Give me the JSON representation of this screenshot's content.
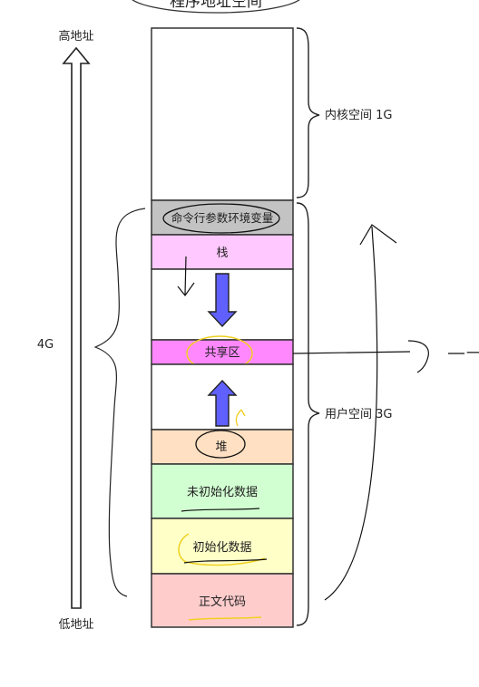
{
  "title_partial": "程序地址空间",
  "labels": {
    "high_addr": "高地址",
    "low_addr": "低地址",
    "total": "4G",
    "kernel": "内核空间 1G",
    "user": "用户空间 3G",
    "partial_right": "一大"
  },
  "segments": {
    "kernel": {
      "label": "",
      "color": "#ffffff"
    },
    "args_env": {
      "label": "命令行参数环境变量",
      "color": "#c3c3c3"
    },
    "stack": {
      "label": "栈",
      "color": "#ffc8ff"
    },
    "gap1": {
      "label": "",
      "color": "#ffffff"
    },
    "shared": {
      "label": "共享区",
      "color": "#ff88ff"
    },
    "gap2": {
      "label": "",
      "color": "#ffffff"
    },
    "heap": {
      "label": "堆",
      "color": "#ffe0c2"
    },
    "bss": {
      "label": "未初始化数据",
      "color": "#d2ffd2"
    },
    "data": {
      "label": "初始化数据",
      "color": "#ffffc8"
    },
    "text": {
      "label": "正文代码",
      "color": "#ffcccc"
    }
  },
  "colors": {
    "arrow_fill": "#6060ff",
    "highlight": "#f0d020",
    "outline": "#333333"
  },
  "icons": {
    "address_arrow": "up-arrow-icon",
    "stack_growth": "down-arrow-icon",
    "heap_growth": "up-arrow-icon"
  }
}
